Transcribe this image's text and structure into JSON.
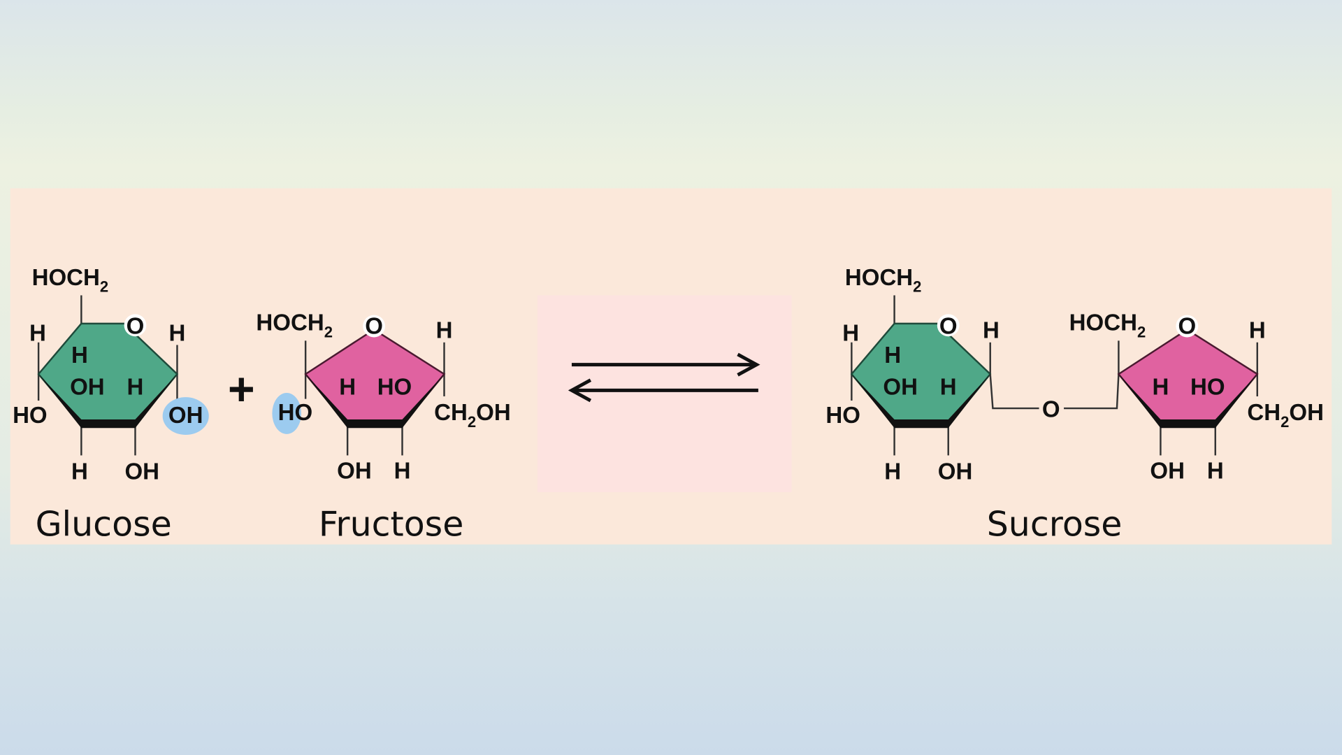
{
  "colors": {
    "glucose_ring": "#4fa888",
    "fructose_ring": "#e062a0",
    "highlight": "#9ccbef",
    "panel": "#fbe8da"
  },
  "glucose": {
    "name": "Glucose",
    "hoch2": "HOCH",
    "sub2": "2",
    "o": "O",
    "h_tl": "H",
    "h_tr": "H",
    "h_in": "H",
    "oh_in": "OH",
    "h_in2": "H",
    "ho_left": "HO",
    "oh_right": "OH",
    "h_bottom": "H",
    "oh_bottom": "OH"
  },
  "plus": "+",
  "fructose": {
    "name": "Fructose",
    "hoch2": "HOCH",
    "sub2": "2",
    "o": "O",
    "h_tr": "H",
    "h_in": "H",
    "ho_in": "HO",
    "ho_left": "HO",
    "ch2oh_a": "CH",
    "ch2oh_b": "OH",
    "sub_ch": "2",
    "oh_bottom": "OH",
    "h_bottom": "H"
  },
  "sucrose": {
    "name": "Sucrose",
    "link_o": "O",
    "glc": {
      "hoch2": "HOCH",
      "sub2": "2",
      "o": "O",
      "h_tl": "H",
      "h_tr": "H",
      "h_in": "H",
      "oh_in": "OH",
      "h_in2": "H",
      "ho_left": "HO",
      "h_bottom": "H",
      "oh_bottom": "OH"
    },
    "fru": {
      "hoch2": "HOCH",
      "sub2": "2",
      "o": "O",
      "h_tr": "H",
      "h_in": "H",
      "ho_in": "HO",
      "ch2oh_a": "CH",
      "ch2oh_b": "OH",
      "sub_ch": "2",
      "oh_bottom": "OH",
      "h_bottom": "H"
    }
  }
}
